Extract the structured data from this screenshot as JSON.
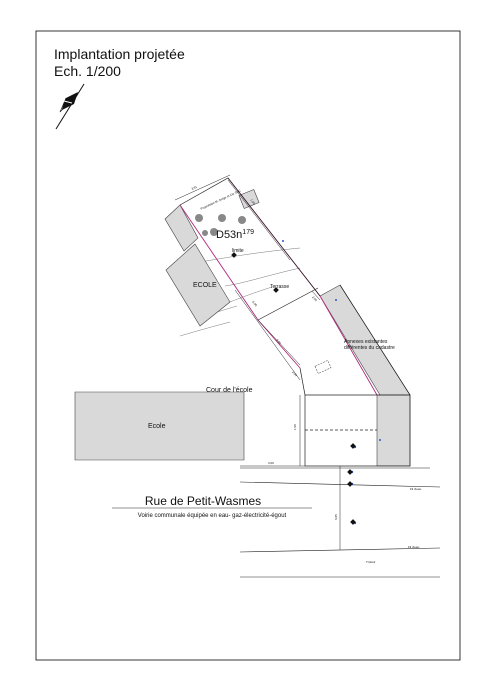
{
  "title": {
    "line1": "Implantation projetée",
    "line2": "Ech. 1/200"
  },
  "plan": {
    "parcel_label": "D53n",
    "parcel_superscript": "179",
    "owner_note": "Propriétaire M. Dirige et Cie SNC",
    "building_ecole_top": "ECOLE",
    "building_ecole_main": "Ecole",
    "courtyard": "Cour de l'école",
    "street_name": "Rue de Petit-Wasmes",
    "street_desc": "Voirie communale équipée en eau- gaz-électricité-égout",
    "annex_note_1": "Annexes existantes",
    "annex_note_2": "différentes du cadastre",
    "terrasse": "Terrasse",
    "limite": "limite",
    "fil_eau_1": "Fil d'eau",
    "fil_eau_2": "Fil d'eau",
    "trottoir": "Trottoir",
    "dims": {
      "d1": "3,91",
      "d2": "7,90",
      "d3": "2,00",
      "d4": "6,05",
      "d5": "9,60",
      "d6": "2,00",
      "d7": "1,50",
      "d8": "3,00",
      "d9": "6,05"
    }
  },
  "colors": {
    "parcel_line": "#b0287a",
    "building_fill": "#d9d9d9",
    "blue_points": "#3355cc"
  }
}
